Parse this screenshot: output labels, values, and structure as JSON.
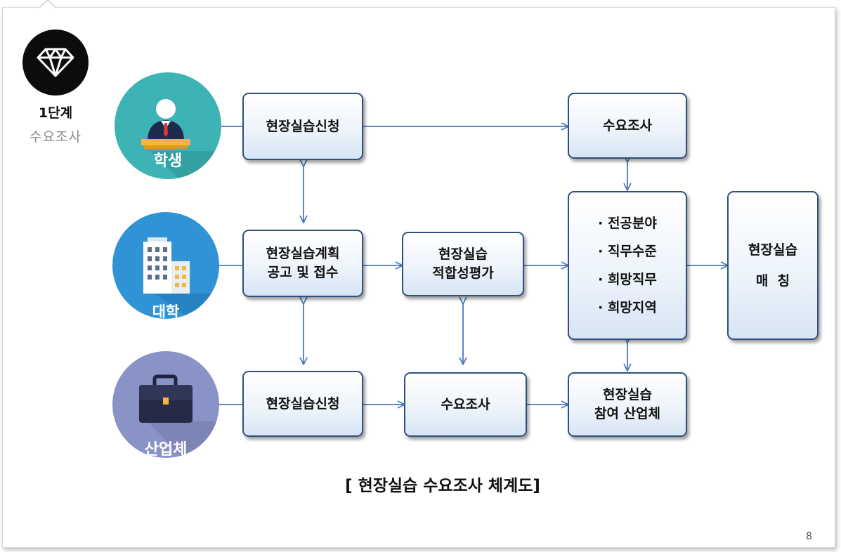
{
  "stage": {
    "icon": "diamond-icon",
    "title": "1단계",
    "subtitle": "수요조사"
  },
  "actors": {
    "student": {
      "label": "학생",
      "icon": "student-desk-icon",
      "color": "#3db3b6"
    },
    "university": {
      "label": "대학",
      "icon": "buildings-icon",
      "color": "#2f93d6"
    },
    "industry": {
      "label": "산업체",
      "icon": "briefcase-icon",
      "color": "#8a93c6"
    }
  },
  "boxes": {
    "student_apply": [
      "현장실습신청"
    ],
    "plan_notice": [
      "현장실습계획",
      "공고 및 접수"
    ],
    "industry_apply": [
      "현장실습신청"
    ],
    "suitability_eval": [
      "현장실습",
      "적합성평가"
    ],
    "industry_survey": [
      "수요조사"
    ],
    "student_survey": [
      "수요조사"
    ],
    "criteria": [
      "· 전공분야",
      "· 직무수준",
      "· 희망직무",
      "· 희망지역"
    ],
    "participating_companies": [
      "현장실습",
      "참여 산업체"
    ],
    "matching": [
      "현장실습",
      "매  칭"
    ]
  },
  "caption": "[ 현장실습 수요조사 체계도]",
  "page_number": "8",
  "colors": {
    "box_border": "#2e4f7f",
    "arrow": "#4a7ab8"
  }
}
